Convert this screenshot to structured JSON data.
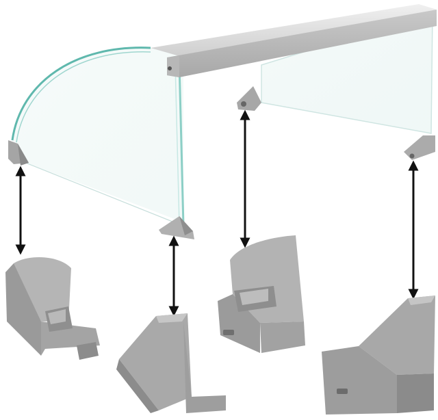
{
  "scene": {
    "subject": "sneeze-guard-glass-with-corner-brackets",
    "colors": {
      "background": "#ffffff",
      "glass_edge": "#5fb8ad",
      "glass_tint": "#e6f3f1",
      "frame_light": "#e4e4e4",
      "frame_mid": "#bdbdbd",
      "frame_dark": "#9a9a9a",
      "bracket_light": "#b9b9b9",
      "bracket_mid": "#9c9c9c",
      "bracket_dark": "#7e7e7e",
      "arrow": "#111111"
    },
    "callouts": [
      {
        "id": "front-left"
      },
      {
        "id": "front-right"
      },
      {
        "id": "back-left"
      },
      {
        "id": "back-right"
      }
    ]
  }
}
